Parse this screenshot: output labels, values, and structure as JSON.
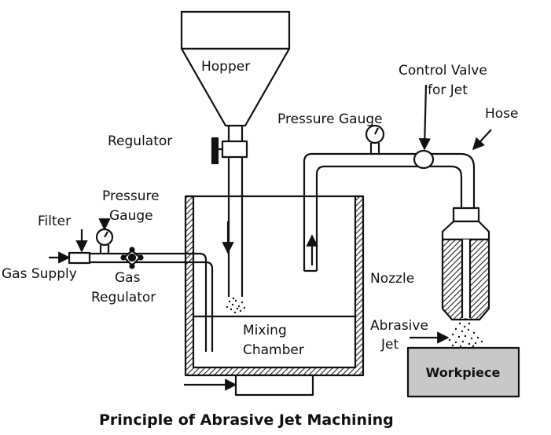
{
  "diagram": {
    "caption": "Principle of Abrasive Jet Machining",
    "labels": {
      "hopper": "Hopper",
      "regulator": "Regulator",
      "pressure_gauge_left_1": "Pressure",
      "pressure_gauge_left_2": "Gauge",
      "filter": "Filter",
      "gas_supply": "Gas Supply",
      "gas_regulator_1": "Gas",
      "gas_regulator_2": "Regulator",
      "mixing_chamber_1": "Mixing",
      "mixing_chamber_2": "Chamber",
      "pressure_gauge_top": "Pressure Gauge",
      "control_valve_1": "Control Valve",
      "control_valve_2": "for Jet",
      "hose": "Hose",
      "nozzle": "Nozzle",
      "abrasive_jet_1": "Abrasive",
      "abrasive_jet_2": "Jet",
      "workpiece": "Workpiece"
    },
    "colors": {
      "line": "#111111",
      "workpiece_fill": "#c8c8c8",
      "hatch": "#222222"
    }
  }
}
